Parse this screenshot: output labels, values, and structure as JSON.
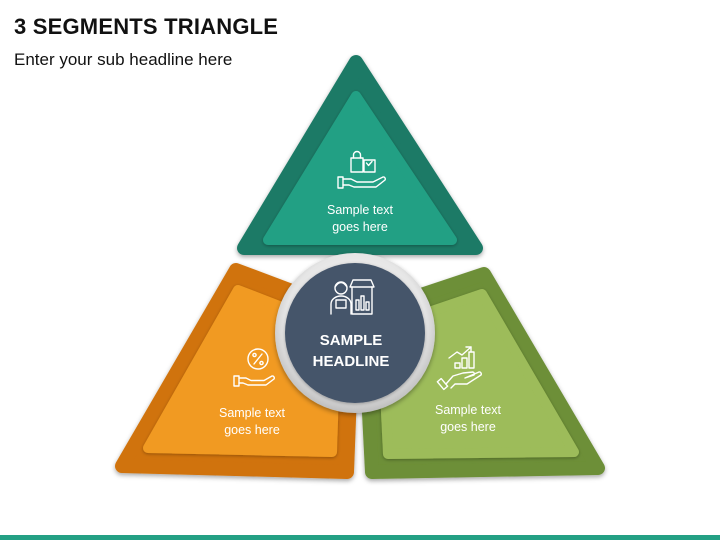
{
  "header": {
    "title": "3 SEGMENTS TRIANGLE",
    "subtitle": "Enter your sub headline here"
  },
  "segments": [
    {
      "id": "top",
      "line1": "Sample text",
      "line2": "goes here",
      "icon": "shopping-bags-hand-icon",
      "outer_color": "#1d7a66",
      "inner_color": "#23a084"
    },
    {
      "id": "left",
      "line1": "Sample text",
      "line2": "goes here",
      "icon": "percent-hand-icon",
      "outer_color": "#d0730a",
      "inner_color": "#f19a22"
    },
    {
      "id": "right",
      "line1": "Sample text",
      "line2": "goes here",
      "icon": "growth-chart-hand-icon",
      "outer_color": "#6d8f37",
      "inner_color": "#9dbc5a"
    }
  ],
  "center": {
    "line1": "SAMPLE",
    "line2": "HEADLINE",
    "icon": "shopkeeper-icon",
    "fill_color": "#44546a"
  },
  "footer": {
    "bar_color": "#23a084"
  }
}
